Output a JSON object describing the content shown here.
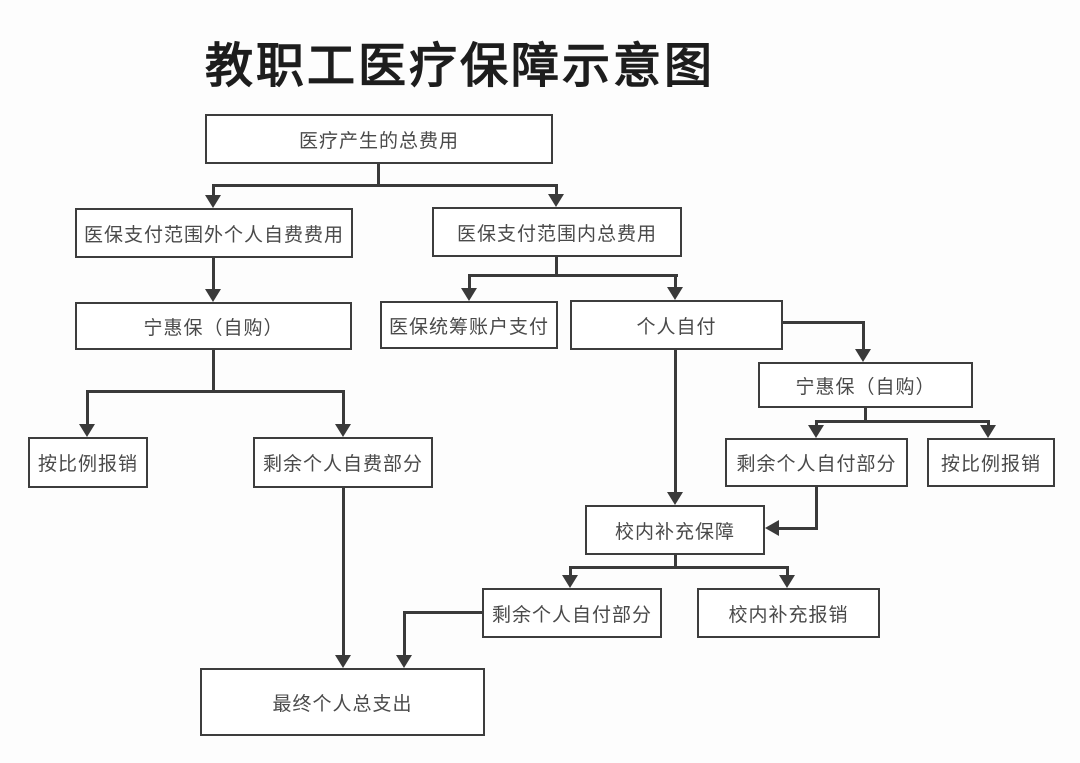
{
  "title": "教职工医疗保障示意图",
  "nodes": {
    "total_cost": {
      "label": "医疗产生的总费用"
    },
    "outside_scope": {
      "label": "医保支付范围外个人自费费用"
    },
    "inside_scope": {
      "label": "医保支付范围内总费用"
    },
    "ninghuibao_left": {
      "label": "宁惠保（自购）"
    },
    "pooled_account": {
      "label": "医保统筹账户支付"
    },
    "personal_pay": {
      "label": "个人自付"
    },
    "ninghuibao_right": {
      "label": "宁惠保（自购）"
    },
    "proportional_left": {
      "label": "按比例报销"
    },
    "remaining_self_fee": {
      "label": "剩余个人自费部分"
    },
    "remaining_self_pay_mid": {
      "label": "剩余个人自付部分"
    },
    "proportional_right": {
      "label": "按比例报销"
    },
    "campus_supplement": {
      "label": "校内补充保障"
    },
    "remaining_self_pay_bottom": {
      "label": "剩余个人自付部分"
    },
    "campus_reimburse": {
      "label": "校内补充报销"
    },
    "final_total": {
      "label": "最终个人总支出"
    }
  },
  "edges": [
    {
      "from": "total_cost",
      "to": "outside_scope"
    },
    {
      "from": "total_cost",
      "to": "inside_scope"
    },
    {
      "from": "outside_scope",
      "to": "ninghuibao_left"
    },
    {
      "from": "inside_scope",
      "to": "pooled_account"
    },
    {
      "from": "inside_scope",
      "to": "personal_pay"
    },
    {
      "from": "ninghuibao_left",
      "to": "proportional_left"
    },
    {
      "from": "ninghuibao_left",
      "to": "remaining_self_fee"
    },
    {
      "from": "personal_pay",
      "to": "ninghuibao_right"
    },
    {
      "from": "personal_pay",
      "to": "campus_supplement"
    },
    {
      "from": "ninghuibao_right",
      "to": "remaining_self_pay_mid"
    },
    {
      "from": "ninghuibao_right",
      "to": "proportional_right"
    },
    {
      "from": "remaining_self_pay_mid",
      "to": "campus_supplement"
    },
    {
      "from": "campus_supplement",
      "to": "remaining_self_pay_bottom"
    },
    {
      "from": "campus_supplement",
      "to": "campus_reimburse"
    },
    {
      "from": "remaining_self_fee",
      "to": "final_total"
    },
    {
      "from": "remaining_self_pay_bottom",
      "to": "final_total"
    }
  ],
  "colors": {
    "background": "#fdfdfd",
    "box_fill": "#ffffff",
    "box_border": "#3d3d3d",
    "line": "#3a3a3a",
    "text": "#4a4a4a",
    "title": "#1d1d1d"
  }
}
